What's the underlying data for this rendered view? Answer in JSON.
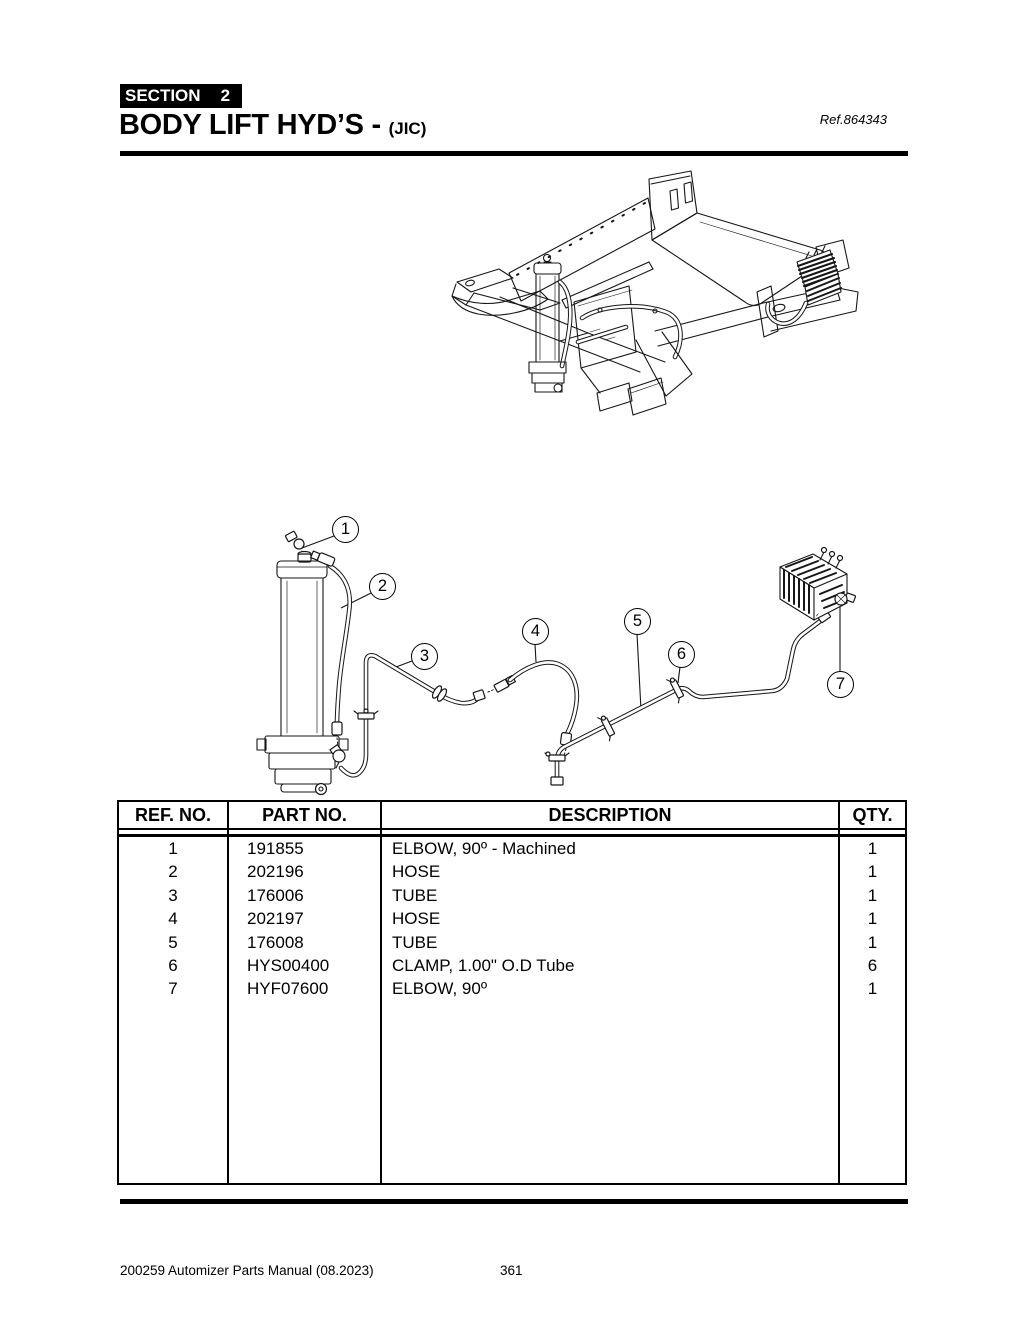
{
  "header": {
    "section_label": "SECTION",
    "section_number": "2",
    "title": "BODY LIFT HYD’S -",
    "title_suffix": "(JIC)",
    "ref_label": "Ref.864343"
  },
  "diagram": {
    "callouts": [
      {
        "n": "1"
      },
      {
        "n": "2"
      },
      {
        "n": "3"
      },
      {
        "n": "4"
      },
      {
        "n": "5"
      },
      {
        "n": "6"
      },
      {
        "n": "7"
      }
    ]
  },
  "table": {
    "headers": [
      "REF. NO.",
      "PART NO.",
      "DESCRIPTION",
      "QTY."
    ],
    "rows": [
      {
        "ref": "1",
        "part": "191855",
        "desc": "ELBOW, 90º - Machined",
        "qty": "1"
      },
      {
        "ref": "2",
        "part": "202196",
        "desc": "HOSE",
        "qty": "1"
      },
      {
        "ref": "3",
        "part": "176006",
        "desc": "TUBE",
        "qty": "1"
      },
      {
        "ref": "4",
        "part": "202197",
        "desc": "HOSE",
        "qty": "1"
      },
      {
        "ref": "5",
        "part": "176008",
        "desc": "TUBE",
        "qty": "1"
      },
      {
        "ref": "6",
        "part": "HYS00400",
        "desc": "CLAMP, 1.00\" O.D Tube",
        "qty": "6"
      },
      {
        "ref": "7",
        "part": "HYF07600",
        "desc": "ELBOW, 90º",
        "qty": "1"
      }
    ]
  },
  "footer": {
    "left": "200259 Automizer Parts Manual (08.2023)",
    "page": "361"
  },
  "colors": {
    "ink": "#000000",
    "paper": "#ffffff"
  }
}
